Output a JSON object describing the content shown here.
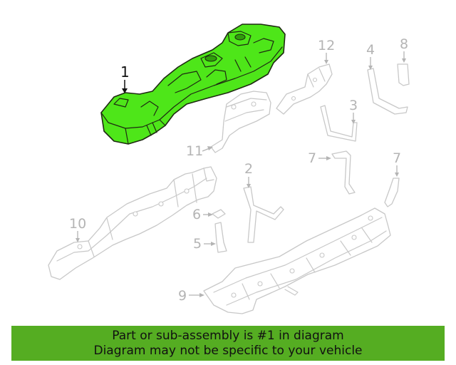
{
  "diagram": {
    "highlight_color": "#4ee619",
    "highlighted_part": "1",
    "callouts": [
      {
        "id": "1",
        "label": "1"
      },
      {
        "id": "2",
        "label": "2"
      },
      {
        "id": "3",
        "label": "3"
      },
      {
        "id": "4",
        "label": "4"
      },
      {
        "id": "5",
        "label": "5"
      },
      {
        "id": "6",
        "label": "6"
      },
      {
        "id": "7a",
        "label": "7"
      },
      {
        "id": "7b",
        "label": "7"
      },
      {
        "id": "8",
        "label": "8"
      },
      {
        "id": "9",
        "label": "9"
      },
      {
        "id": "10",
        "label": "10"
      },
      {
        "id": "11",
        "label": "11"
      },
      {
        "id": "12",
        "label": "12"
      }
    ]
  },
  "banner": {
    "color": "#55ad22",
    "line1": "Part or sub-assembly is #1 in diagram",
    "line2": "Diagram may not be specific to your vehicle"
  }
}
